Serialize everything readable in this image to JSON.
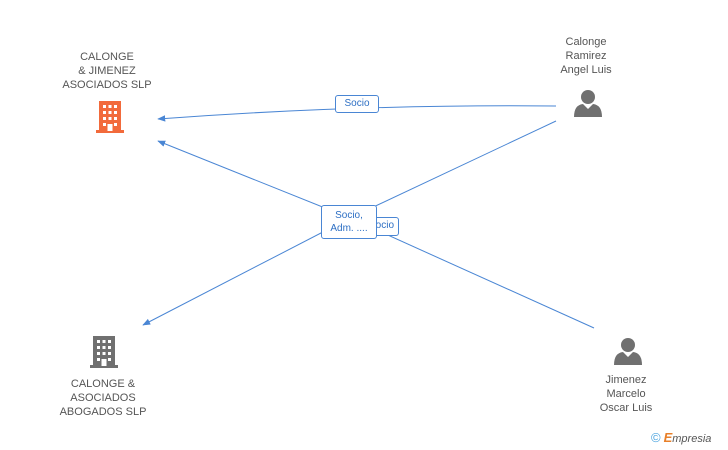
{
  "nodes": {
    "calonge_jimenez": {
      "lines": [
        "CALONGE",
        "& JIMENEZ",
        "ASOCIADOS SLP"
      ],
      "icon": "building-icon",
      "color": "#f26a3b"
    },
    "calonge_asociados": {
      "lines": [
        "CALONGE &",
        "ASOCIADOS",
        "ABOGADOS SLP"
      ],
      "icon": "building-icon",
      "color": "#707070"
    },
    "calonge_ramirez": {
      "lines": [
        "Calonge",
        "Ramirez",
        "Angel Luis"
      ],
      "icon": "person-icon",
      "color": "#707070"
    },
    "jimenez_marcelo": {
      "lines": [
        "Jimenez",
        "Marcelo",
        "Oscar Luis"
      ],
      "icon": "person-icon",
      "color": "#707070"
    }
  },
  "edge_labels": {
    "top": "Socio",
    "middle_back": "Socio",
    "middle_front_line1": "Socio,",
    "middle_front_line2": "Adm. ...."
  },
  "edge_color": "#4a86d4",
  "watermark": {
    "symbol": "©",
    "brand_e": "E",
    "brand_rest": "mpresia"
  }
}
